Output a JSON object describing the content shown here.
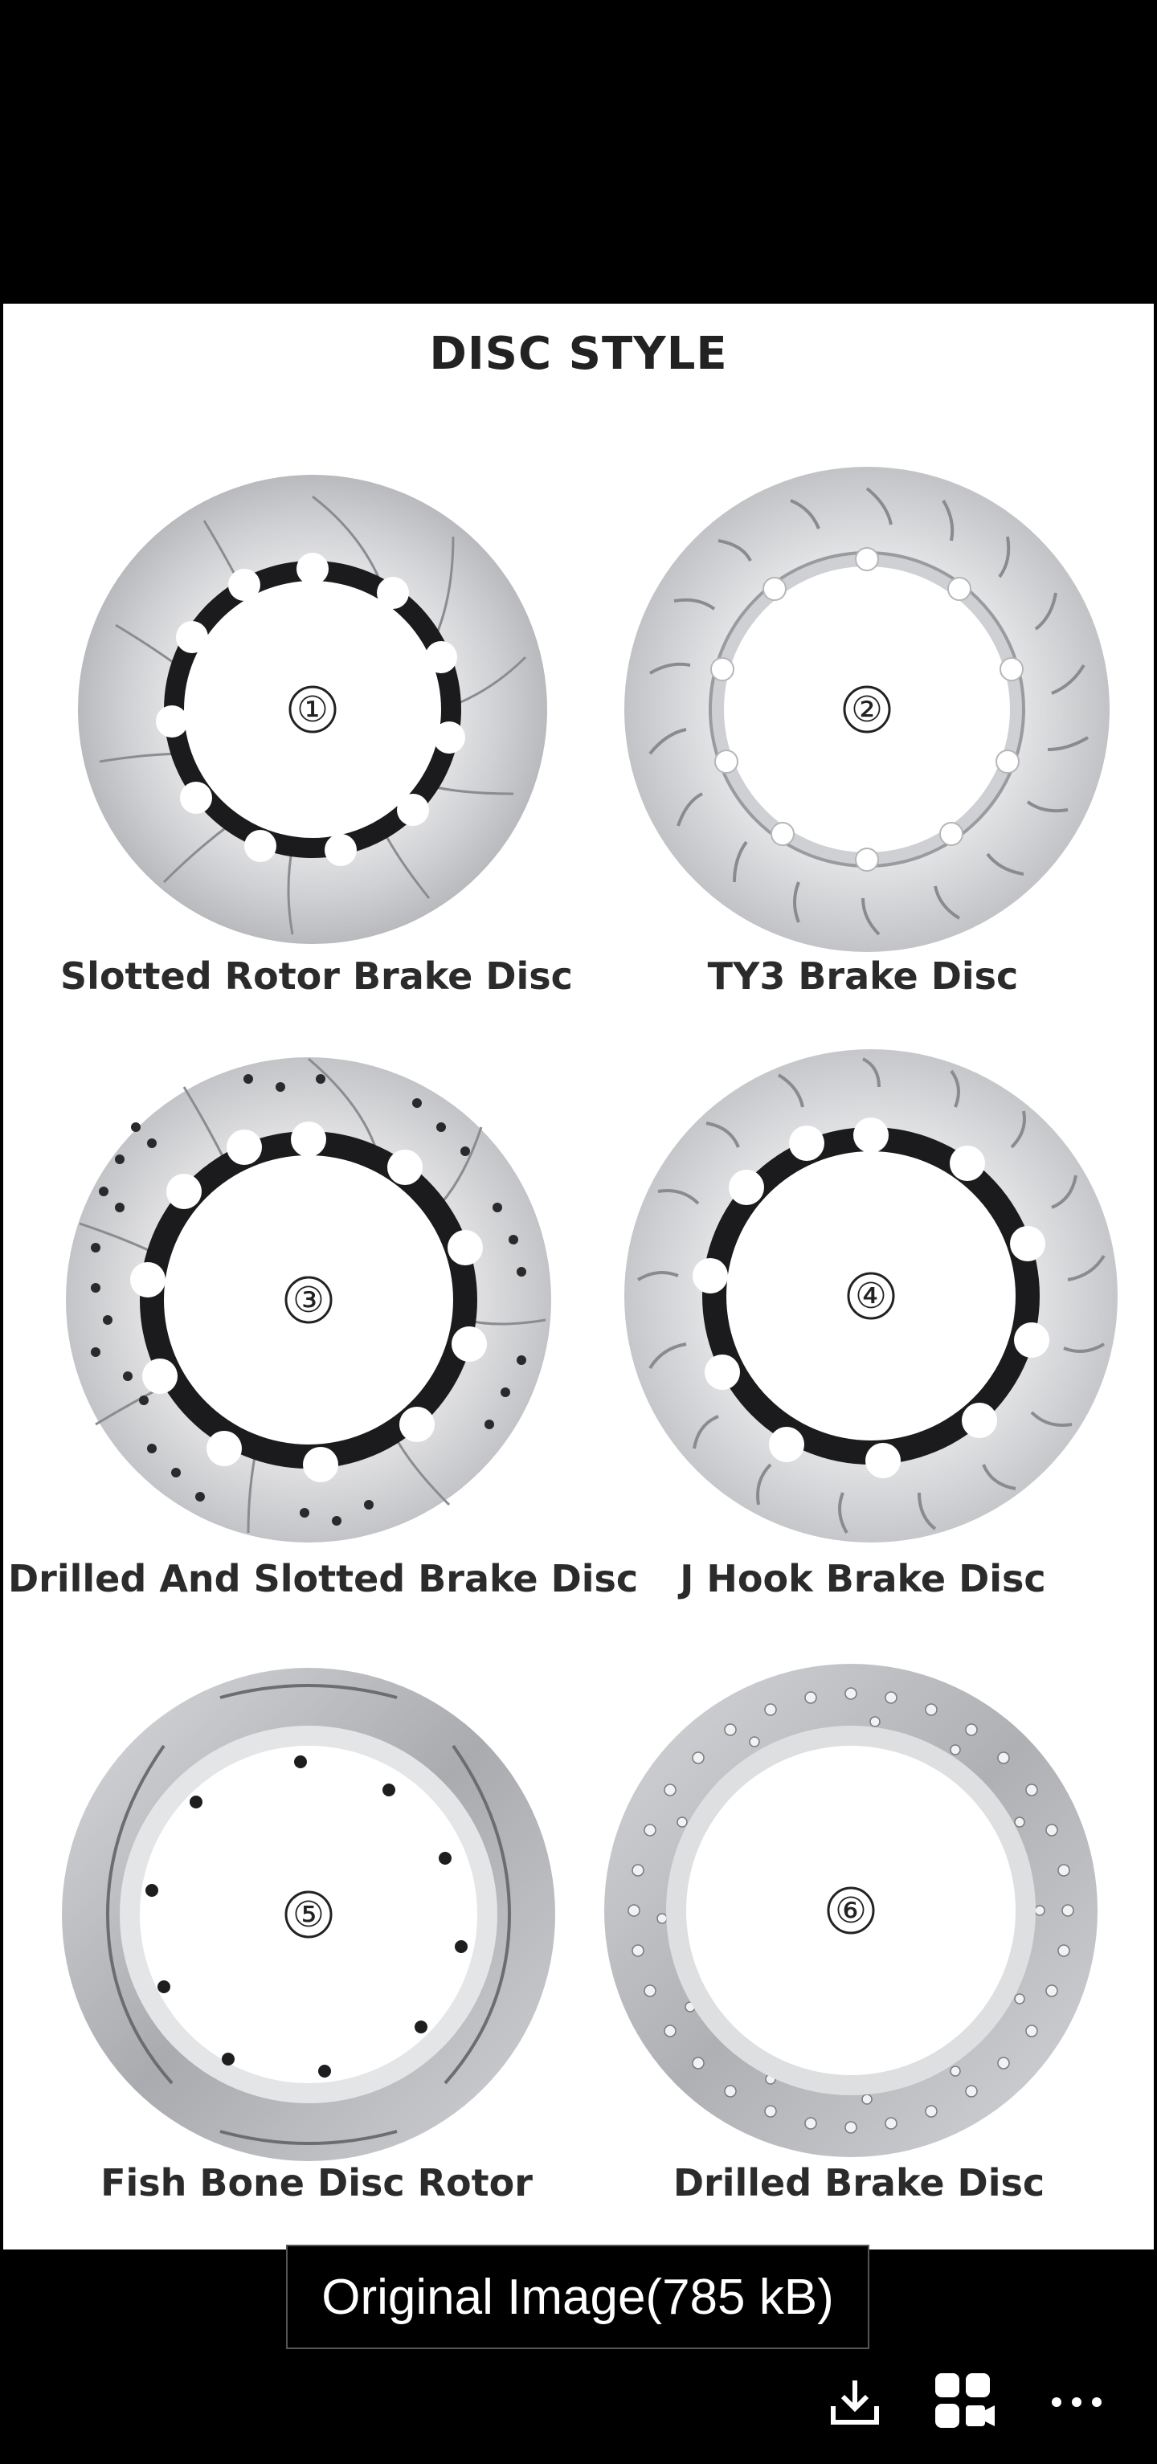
{
  "graphic": {
    "title": "DISC STYLE",
    "discs": [
      {
        "number": "①",
        "label": "Slotted Rotor Brake Disc"
      },
      {
        "number": "②",
        "label": "TY3  Brake Disc"
      },
      {
        "number": "③",
        "label": "Drilled And Slotted Brake Disc"
      },
      {
        "number": "④",
        "label": "J Hook Brake Disc"
      },
      {
        "number": "⑤",
        "label": "Fish Bone Disc Rotor"
      },
      {
        "number": "⑥",
        "label": "Drilled Brake Disc"
      }
    ]
  },
  "viewer": {
    "original_image_label": "Original Image(785 kB)",
    "icons": [
      "download-icon",
      "gallery-video-icon",
      "more-icon"
    ]
  }
}
